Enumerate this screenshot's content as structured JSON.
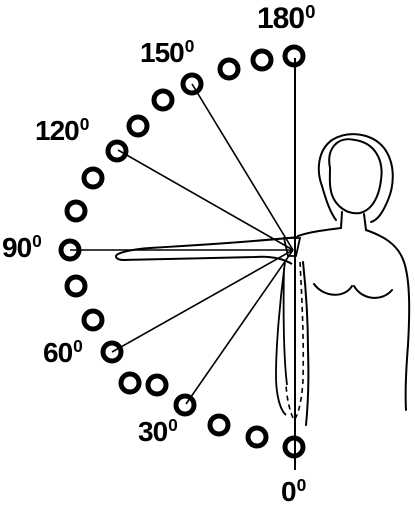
{
  "labels": [
    {
      "num": "180",
      "deg": "0"
    },
    {
      "num": "150",
      "deg": "0"
    },
    {
      "num": "120",
      "deg": "0"
    },
    {
      "num": "90",
      "deg": "0"
    },
    {
      "num": "60",
      "deg": "0"
    },
    {
      "num": "30",
      "deg": "0"
    },
    {
      "num": "0",
      "deg": "0"
    }
  ],
  "colors": {
    "ink": "#000000",
    "paper": "#ffffff"
  }
}
